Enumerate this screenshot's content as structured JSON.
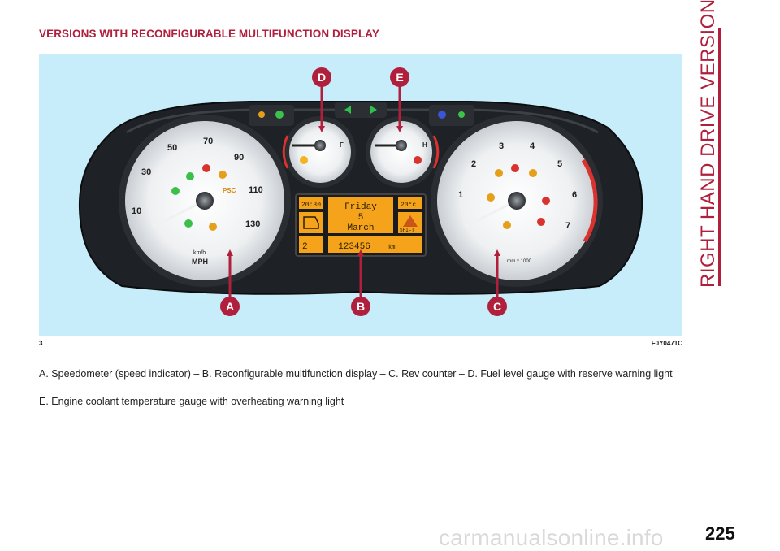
{
  "heading": "VERSIONS WITH RECONFIGURABLE MULTIFUNCTION DISPLAY",
  "figure": {
    "number": "3",
    "code": "F0Y0471C",
    "callouts": [
      "A",
      "B",
      "C",
      "D",
      "E"
    ],
    "speedometer": {
      "kmh_ticks": [
        "10",
        "30",
        "50",
        "70",
        "90",
        "110",
        "130"
      ],
      "unit_top": "km/h",
      "unit_bottom": "MPH",
      "psc_label": "PSC"
    },
    "display": {
      "clock": "20:30",
      "temperature": "20°c",
      "day_name": "Friday",
      "day": "5",
      "month": "March",
      "odometer": "123456",
      "odometer_unit": "km",
      "gear": "2",
      "shift_label": "SHIFT"
    },
    "tachometer": {
      "ticks": [
        "1",
        "2",
        "3",
        "4",
        "5",
        "6",
        "7"
      ],
      "unit": "rpm x 1000"
    },
    "fuel_gauge": {
      "full": "F"
    },
    "temp_gauge": {
      "hot": "H"
    }
  },
  "caption_line1": "A. Speedometer (speed indicator) – B. Reconfigurable multifunction display – C. Rev counter – D. Fuel level gauge with reserve warning light –",
  "caption_line2": "E. Engine coolant temperature gauge with overheating warning light",
  "side_title": "RIGHT HAND DRIVE VERSIONS",
  "page_number": "225",
  "watermark": "carmanualsonline.info",
  "colors": {
    "accent": "#b01f3c",
    "figure_bg": "#c7ecfa",
    "display": "#f4a31b"
  }
}
